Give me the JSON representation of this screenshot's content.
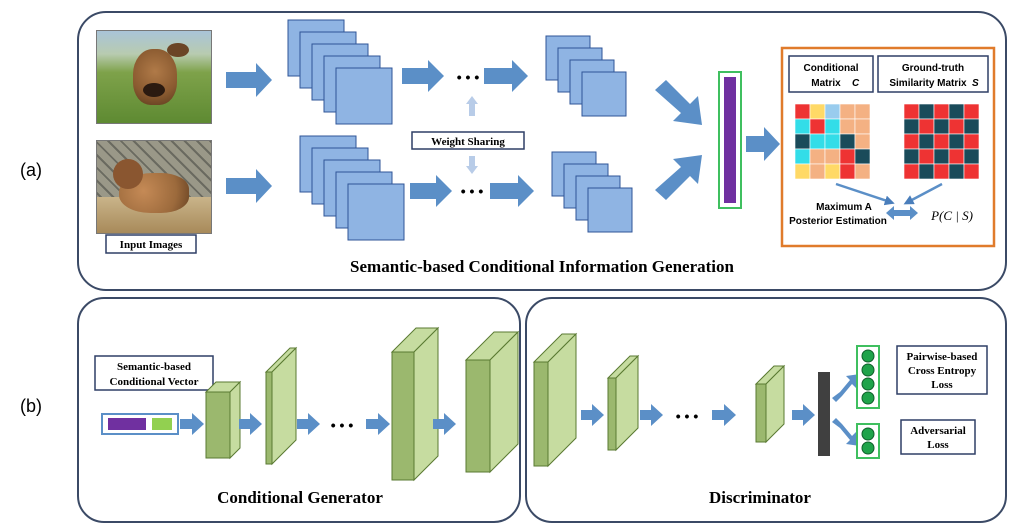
{
  "panel_a": {
    "tag": "(a)",
    "title": "Semantic-based Conditional Information Generation",
    "input_images_label": "Input Images",
    "weight_sharing_label": "Weight Sharing",
    "ellipsis": "• • •",
    "conditional_matrix_line1": "Conditional",
    "conditional_matrix_line2": "Matrix",
    "conditional_matrix_symbol": "C",
    "similarity_matrix_line1": "Ground-truth",
    "similarity_matrix_line2": "Similarity Matrix",
    "similarity_matrix_symbol": "S",
    "map_line1": "Maximum A",
    "map_line2": "Posterior Estimation",
    "posterior_formula": "P(C | S)",
    "colors": {
      "cnn_fill": "#8fb4e3",
      "cnn_stroke": "#2f5597",
      "arrow": "#5b8fc7",
      "orange_box": "#e07b2b",
      "feature_vector": "#7030a0",
      "feature_border": "#3fbf5f"
    }
  },
  "panel_b": {
    "tag": "(b)",
    "vector_label_line1": "Semantic-based",
    "vector_label_line2": "Conditional Vector",
    "generator_title": "Conditional Generator",
    "discriminator_title": "Discriminator",
    "ellipsis": "• • •",
    "pairwise_line1": "Pairwise-based",
    "pairwise_line2": "Cross Entropy",
    "pairwise_line3": "Loss",
    "adversarial_line1": "Adversarial",
    "adversarial_line2": "Loss",
    "colors": {
      "layer_front": "#9bb86e",
      "layer_side": "#c6dca0",
      "layer_stroke": "#5a7a32",
      "vector_purple": "#7030a0",
      "vector_green": "#92d050",
      "output_node": "#1fa34a",
      "bar": "#404040"
    }
  }
}
